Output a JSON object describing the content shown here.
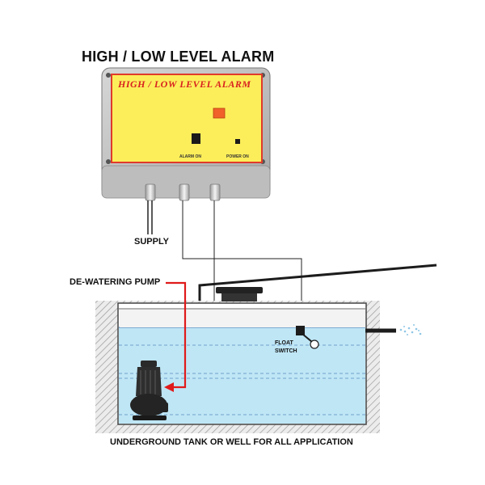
{
  "title": "HIGH / LOW LEVEL ALARM",
  "control_panel": {
    "label": "HIGH / LOW LEVEL ALARM",
    "alarm_indicator_label": "ALARM ON",
    "power_indicator_label": "POWER ON",
    "panel_color": "#fcee5a",
    "panel_border_color": "#e03a2a",
    "enclosure_color": "#c4c4c4",
    "indicator_color": "#f0622a"
  },
  "labels": {
    "supply": "SUPPLY",
    "pump": "DE-WATERING PUMP",
    "float_switch_line1": "FLOAT",
    "float_switch_line2": "SWITCH",
    "tank": "UNDERGROUND TANK OR WELL FOR ALL APPLICATION"
  },
  "colors": {
    "water": "#bfe6f5",
    "pump_arrow": "#e01a1a",
    "wall_hatch": "#9a9a9a"
  }
}
